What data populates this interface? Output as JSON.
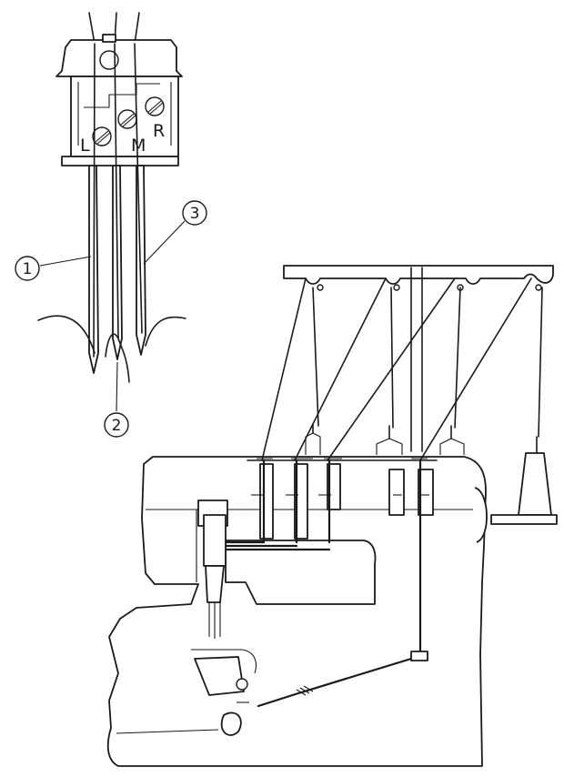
{
  "needle_labels": {
    "left": "L",
    "middle": "M",
    "right": "R"
  },
  "callouts": [
    {
      "id": "left-needle",
      "number": "1"
    },
    {
      "id": "middle-needle",
      "number": "2"
    },
    {
      "id": "right-needle",
      "number": "3"
    }
  ]
}
